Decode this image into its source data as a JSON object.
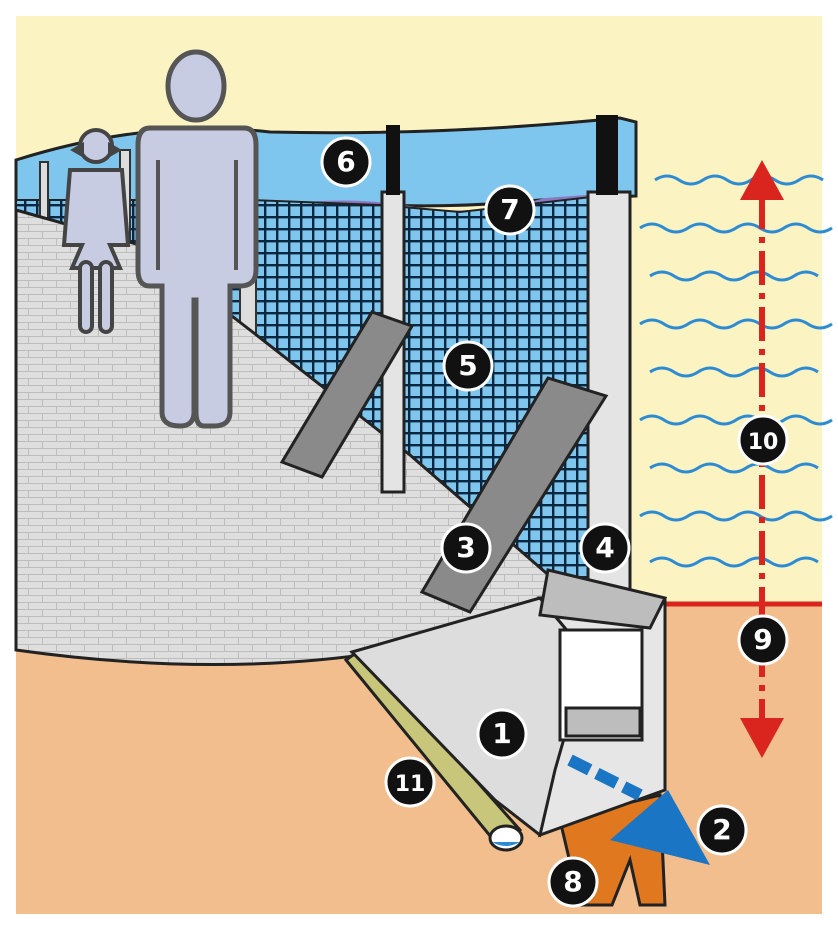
{
  "callouts": [
    {
      "id": "c1",
      "label": "1"
    },
    {
      "id": "c2",
      "label": "2"
    },
    {
      "id": "c3",
      "label": "3"
    },
    {
      "id": "c4",
      "label": "4"
    },
    {
      "id": "c5",
      "label": "5"
    },
    {
      "id": "c6",
      "label": "6"
    },
    {
      "id": "c7",
      "label": "7"
    },
    {
      "id": "c8",
      "label": "8"
    },
    {
      "id": "c9",
      "label": "9"
    },
    {
      "id": "c10",
      "label": "10"
    },
    {
      "id": "c11",
      "label": "11"
    }
  ],
  "colors": {
    "sky": "#FBF4C2",
    "soil": "#F2BE8D",
    "water_wave": "#2E8BD3",
    "fence_fabric": "#7FC6EE",
    "mesh": "#0B2740",
    "concrete": "#DDDDDD",
    "gravel": "#D9D9D9",
    "arrow_red": "#D9251D",
    "arrow_blue": "#1A75C4",
    "drain_pipe": "#C7C67A",
    "footing_orange": "#E07820",
    "person": "#C7CCE3",
    "badge": "#111111"
  }
}
